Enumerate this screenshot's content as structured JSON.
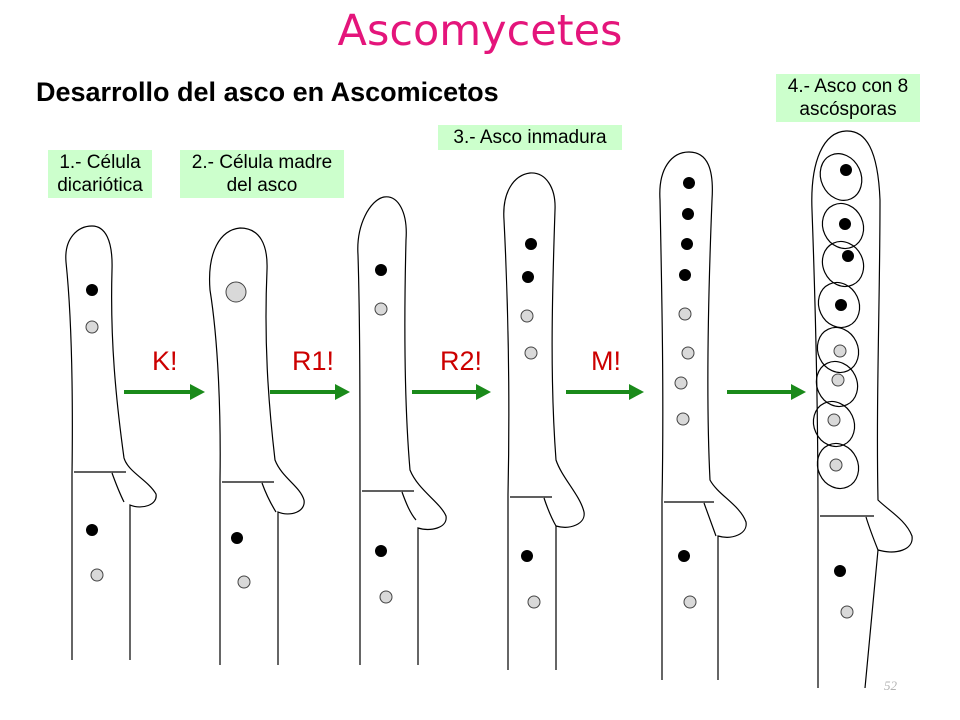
{
  "title": "Ascomycetes",
  "subtitle": "Desarrollo del asco en Ascomicetos",
  "stages": [
    {
      "label": "1.- Célula dicariótica",
      "lines": [
        "1.- Célula",
        "dicariótica"
      ]
    },
    {
      "label": "2.- Célula madre del asco",
      "lines": [
        "2.- Célula madre",
        "del asco"
      ]
    },
    {
      "label": "3.- Asco inmadura",
      "lines": [
        "3.- Asco inmadura"
      ]
    },
    {
      "label": "4.- Asco con 8 ascósporas",
      "lines": [
        "4.- Asco con 8",
        "ascósporas"
      ]
    }
  ],
  "steps": [
    "K!",
    "R1!",
    "R2!",
    "M!"
  ],
  "slide_number": "52",
  "colors": {
    "title": "#e4157b",
    "label_background": "#ccffcc",
    "step_text": "#cc0000",
    "arrow": "#1a8a1a",
    "dark_nucleus": "#000000",
    "light_nucleus": "#d9d9d9"
  }
}
